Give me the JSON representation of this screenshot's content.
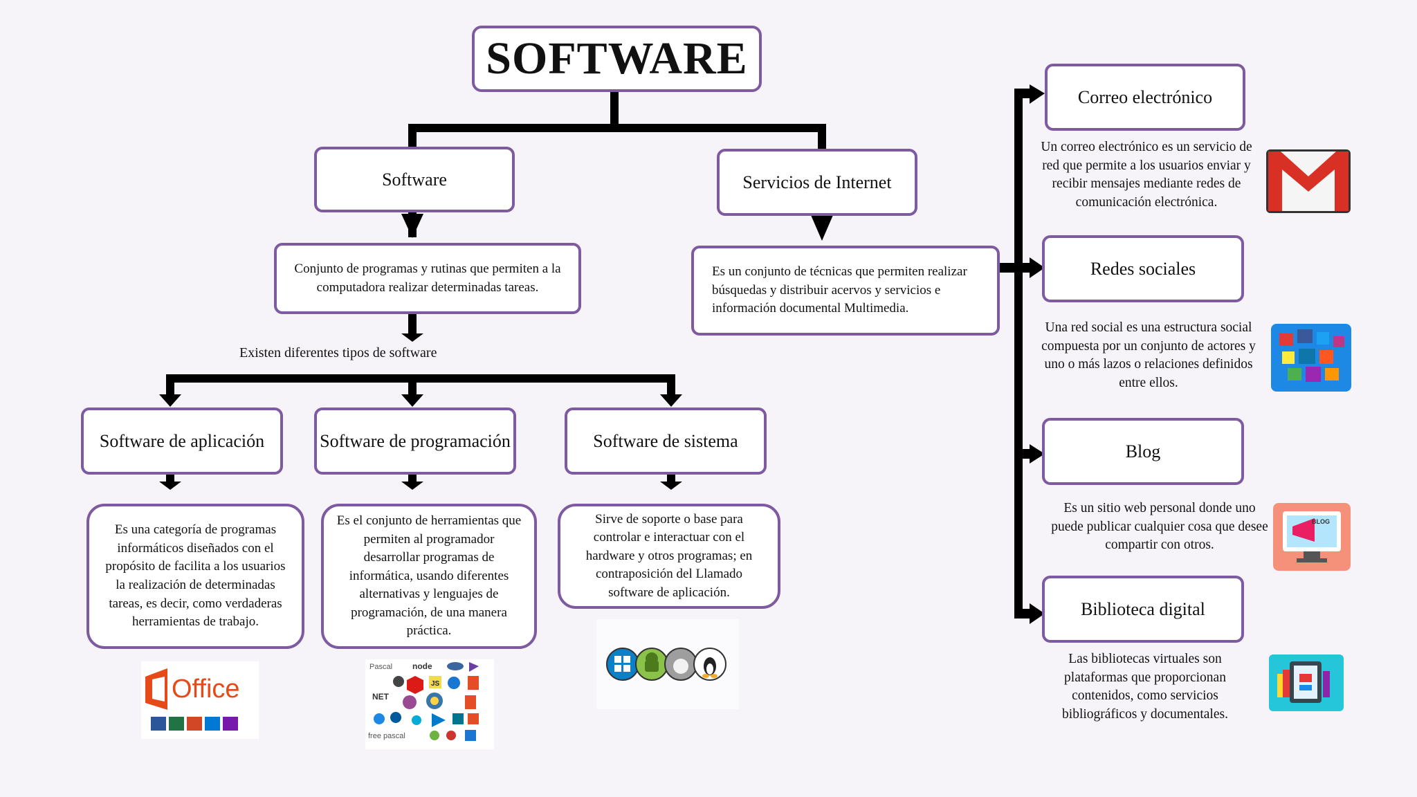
{
  "title": "SOFTWARE",
  "software": {
    "label": "Software",
    "definition": "Conjunto de programas y rutinas que permiten a la computadora realizar determinadas tareas.",
    "types_label": "Existen diferentes tipos de software",
    "types": [
      {
        "label": "Software de aplicación",
        "description": "Es una categoría de programas informáticos diseñados con el propósito de facilita a los usuarios la realización de determinadas tareas, es decir, como verdaderas herramientas de trabajo.",
        "image": "office-logo",
        "image_text": "Office"
      },
      {
        "label": "Software de programación",
        "description": "Es el conjunto de herramientas que permiten al programador desarrollar programas de informática, usando diferentes alternativas y lenguajes de programación, de una manera práctica.",
        "image": "programming-languages-logos",
        "image_texts": [
          "Pascal",
          "node",
          "NET",
          "free pascal",
          "JS"
        ]
      },
      {
        "label": "Software de sistema",
        "description": "Sirve de soporte o base para controlar e interactuar con el hardware y otros programas; en contraposición del Llamado software de aplicación.",
        "image": "operating-system-logos"
      }
    ]
  },
  "internet": {
    "label": "Servicios de Internet",
    "definition": "Es un conjunto de técnicas que permiten realizar búsquedas y distribuir acervos y servicios e información documental Multimedia.",
    "services": [
      {
        "label": "Correo electrónico",
        "description": "Un correo electrónico es un servicio de red que permite a los usuarios enviar y recibir mensajes mediante redes de comunicación electrónica.",
        "icon": "gmail-icon"
      },
      {
        "label": "Redes sociales",
        "description": "Una red social es una estructura social compuesta por un conjunto de actores y uno o más lazos o relaciones definidos entre ellos.",
        "icon": "social-networks-icon"
      },
      {
        "label": "Blog",
        "description": "Es un sitio web personal donde uno puede publicar cualquier cosa que desee compartir con otros.",
        "icon": "blog-icon",
        "icon_text": "BLOG"
      },
      {
        "label": "Biblioteca digital",
        "description": "Las bibliotecas virtuales son plataformas que proporcionan contenidos, como servicios bibliográficos y documentales.",
        "icon": "digital-library-icon"
      }
    ]
  },
  "colors": {
    "border": "#7e5aa0",
    "connector": "#000000",
    "background": "#f7f4f9"
  }
}
